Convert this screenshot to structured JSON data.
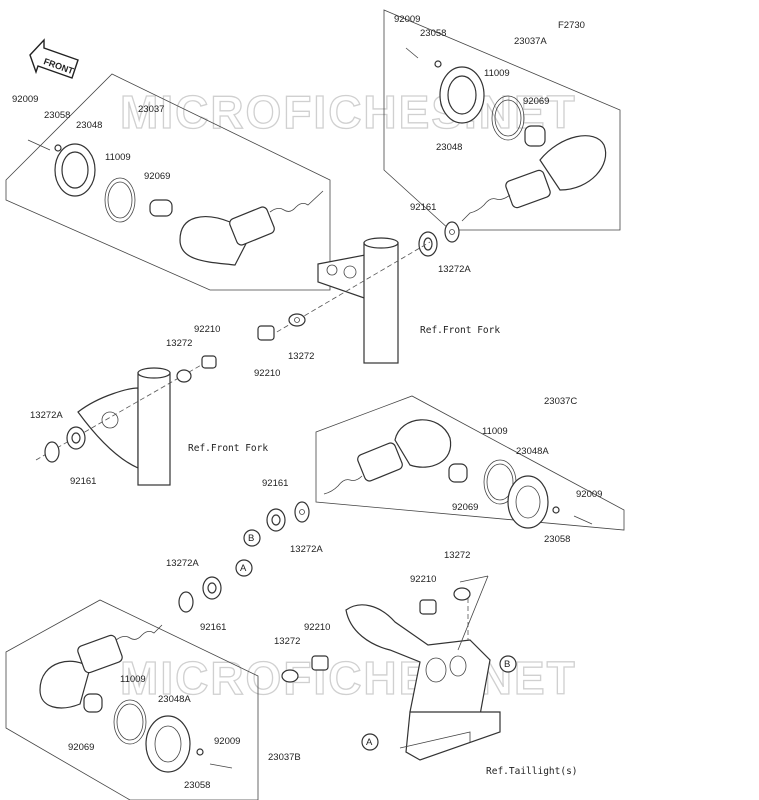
{
  "figure_code": "F2730",
  "front_arrow_text": "FRONT",
  "watermark": "MICROFICHES.NET",
  "labels": {
    "l92009a": "92009",
    "l23058a": "23058",
    "l23048": "23048",
    "l23037": "23037",
    "l11009a": "11009",
    "l92069a": "92069",
    "l92009b": "92009",
    "l23058b": "23058",
    "l23037a": "23037A",
    "l11009b": "11009",
    "l92069b": "92069",
    "l23048b": "23048",
    "l92161a": "92161",
    "l13272a1": "13272A",
    "l92210a": "92210",
    "l13272b": "13272",
    "l92210b": "92210",
    "l13272c": "13272",
    "l13272a2": "13272A",
    "l92161b": "92161",
    "l23037c": "23037C",
    "l11009c": "11009",
    "l23048a": "23048A",
    "l92009c": "92009",
    "l92069c": "92069",
    "l23058c": "23058",
    "l92161c": "92161",
    "l13272a3": "13272A",
    "l13272a4": "13272A",
    "l92161d": "92161",
    "l13272d": "13272",
    "l92210c": "92210",
    "l92210d": "92210",
    "l13272e": "13272",
    "l11009d": "11009",
    "l23048a2": "23048A",
    "l92009d": "92009",
    "l92069d": "92069",
    "l23058d": "23058",
    "l23037b": "23037B"
  },
  "refs": {
    "front_fork_1": "Ref.Front Fork",
    "front_fork_2": "Ref.Front Fork",
    "taillight": "Ref.Taillight(s)"
  },
  "markers": {
    "a1": "A",
    "a2": "A",
    "b1": "B",
    "b2": "B"
  }
}
